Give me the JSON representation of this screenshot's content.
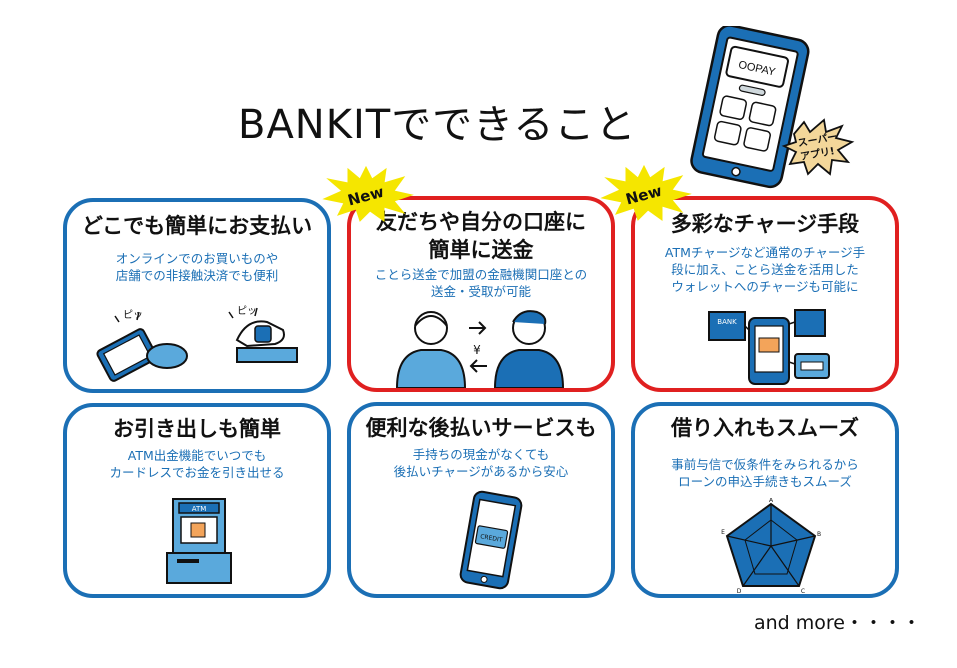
{
  "page": {
    "title": "BANKITでできること",
    "more_text": "and more・・・・"
  },
  "hero": {
    "app_name": "OOPAY",
    "bubble_line1": "スーパー",
    "bubble_line2": "アプリ!"
  },
  "badges": {
    "new_label": "New"
  },
  "cards": [
    {
      "title": "どこでも簡単にお支払い",
      "desc_line1": "オンラインでのお買いものや",
      "desc_line2": "店舗での非接触決済でも便利",
      "sound1": "ピッ",
      "sound2": "ピッ"
    },
    {
      "title_line1": "友だちや自分の口座に",
      "title_line2": "簡単に送金",
      "desc_line1": "ことら送金で加盟の金融機関口座との",
      "desc_line2": "送金・受取が可能",
      "yen": "¥"
    },
    {
      "title": "多彩なチャージ手段",
      "desc_line1": "ATMチャージなど通常のチャージ手",
      "desc_line2": "段に加え、ことら送金を活用した",
      "desc_line3": "ウォレットへのチャージも可能に",
      "bank_label": "BANK"
    },
    {
      "title": "お引き出しも簡単",
      "desc_line1": "ATM出金機能でいつでも",
      "desc_line2": "カードレスでお金を引き出せる",
      "atm_label": "ATM"
    },
    {
      "title": "便利な後払いサービスも",
      "desc_line1": "手持ちの現金がなくても",
      "desc_line2": "後払いチャージがあるから安心",
      "credit_label": "CREDIT"
    },
    {
      "title": "借り入れもスムーズ",
      "desc_line1": "事前与信で仮条件をみられるから",
      "desc_line2": "ローンの申込手続きもスムーズ",
      "radar_labels": [
        "A",
        "B",
        "C",
        "D",
        "E"
      ]
    }
  ],
  "colors": {
    "blue": "#1b6fb5",
    "red": "#e02020",
    "light_blue": "#5aa9dc",
    "yellow": "#f5e600"
  }
}
